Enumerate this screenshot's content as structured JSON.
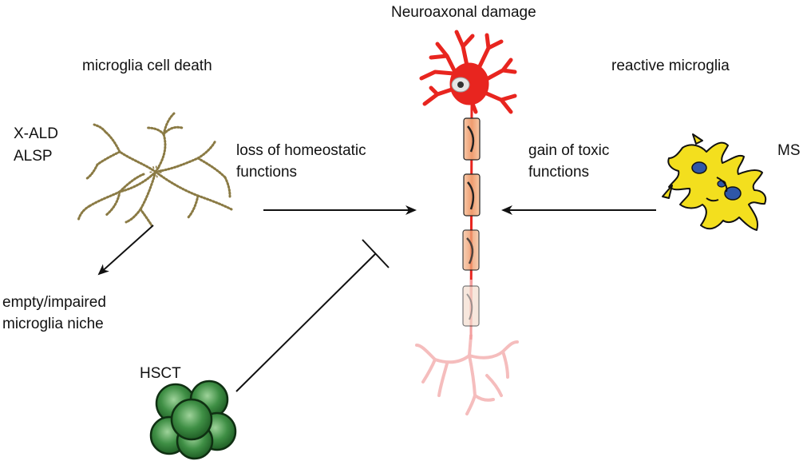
{
  "labels": {
    "neuroaxonal_damage": "Neuroaxonal damage",
    "microglia_cell_death": "microglia cell death",
    "reactive_microglia": "reactive microglia",
    "xald": "X-ALD",
    "alsp": "ALSP",
    "loss_line1": "loss of homeostatic",
    "loss_line2": "functions",
    "gain_line1": "gain of toxic",
    "gain_line2": "functions",
    "ms": "MS",
    "empty_line1": "empty/impaired",
    "empty_line2": "microglia niche",
    "hsct": "HSCT"
  },
  "colors": {
    "neuron": "#e8251f",
    "myelin_fill": "#f2b48f",
    "dendrite_pale": "#f4b6b6",
    "reactive_microglia_fill": "#f3df1e",
    "reactive_microglia_nucleus": "#2f57a8",
    "hsct_fill": "#2e7d32",
    "dead_microglia_dots": "#8a7a44",
    "arrow": "#111111"
  },
  "icons": {
    "neuron": "neuron-icon",
    "dead_microglia": "fragmented-microglia-icon",
    "reactive_microglia": "reactive-microglia-icon",
    "hsct": "stem-cell-cluster-icon"
  }
}
